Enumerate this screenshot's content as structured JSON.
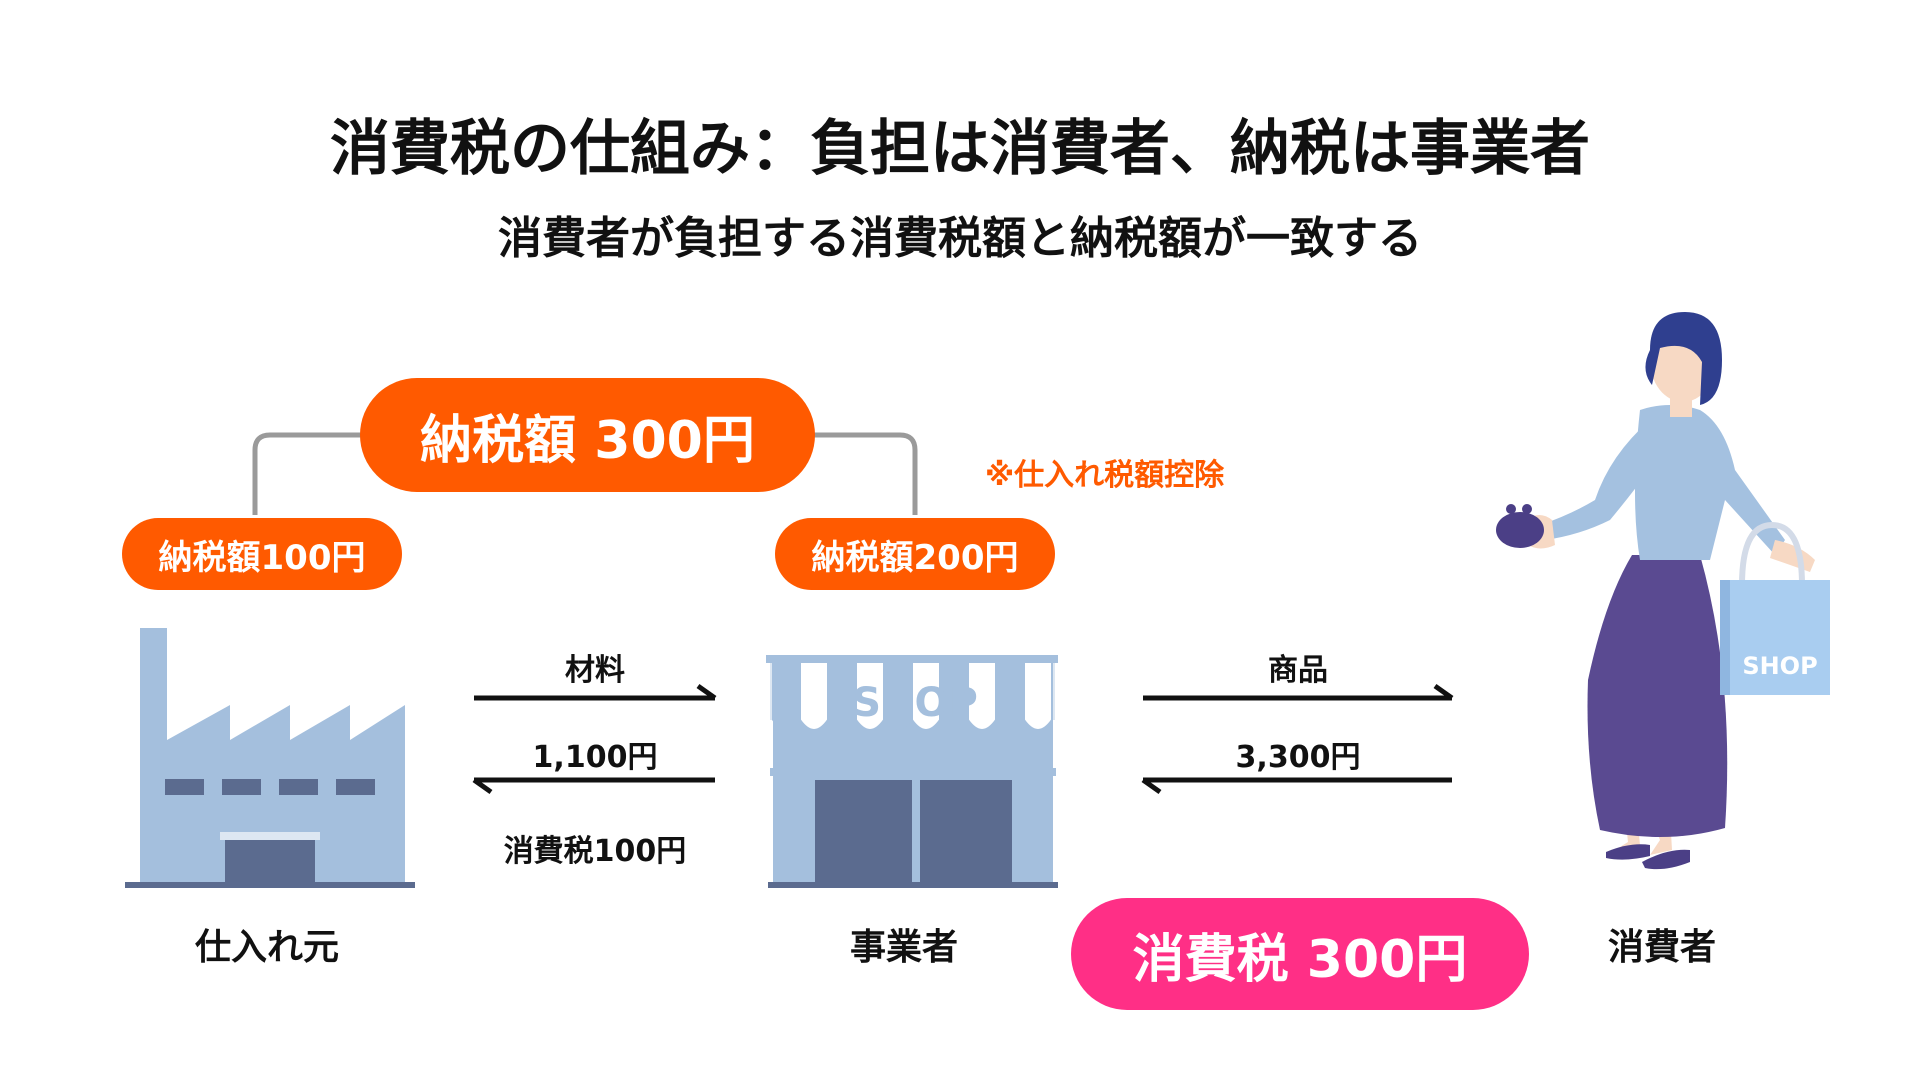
{
  "title": "消費税の仕組み：負担は消費者、納税は事業者",
  "subtitle": "消費者が負担する消費税額と納税額が一致する",
  "total_tax": "納税額 300円",
  "supplier_tax": "納税額100円",
  "business_tax": "納税額200円",
  "deduction_note": "※仕入れ税額控除",
  "nodes": {
    "supplier": "仕入れ元",
    "business": "事業者",
    "consumer": "消費者"
  },
  "flow_left": {
    "item": "材料",
    "price": "1,100円",
    "tax": "消費税100円"
  },
  "flow_right": {
    "item": "商品",
    "price": "3,300円"
  },
  "consumer_tax": "消費税 300円",
  "shop_sign": "SHOP",
  "bag_label": "SHOP",
  "colors": {
    "orange": "#ff5a00",
    "pink": "#ff2f86",
    "building_light": "#a4bfdd",
    "building_dark": "#5b6b8f",
    "connector": "#9a9a9a"
  },
  "icons": [
    "factory-icon",
    "shop-icon",
    "woman-shopper-icon",
    "coin-purse-icon",
    "shopping-bag-icon"
  ]
}
